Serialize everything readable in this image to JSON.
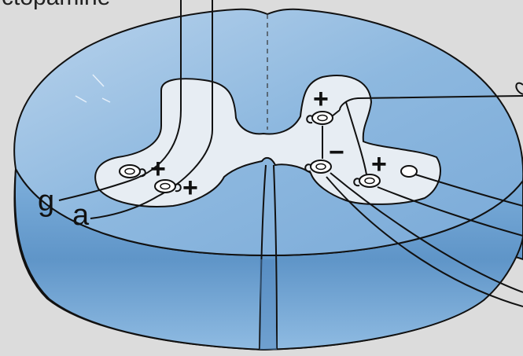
{
  "header": {
    "cropped_text": "-ctopamine"
  },
  "labels": {
    "g": "g",
    "a": "a"
  },
  "signs": {
    "plus_left_1": "+",
    "plus_left_2": "+",
    "plus_right_top": "+",
    "minus_right": "−",
    "plus_right_bottom": "+"
  },
  "colors": {
    "white_matter": "#8db8df",
    "white_matter_dark": "#5f95c8",
    "grey_matter": "#e7edf3",
    "outline": "#111111",
    "background": "#dcdcdc"
  }
}
